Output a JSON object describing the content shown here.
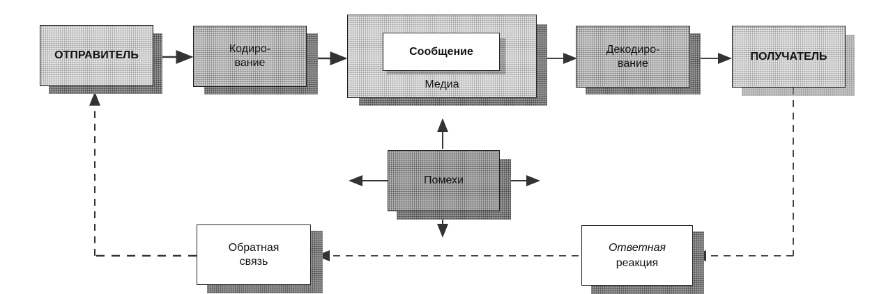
{
  "diagram": {
    "nodes": {
      "sender": "ОТПРАВИТЕЛЬ",
      "encoding": "Кодиро-\nвание",
      "message": "Сообщение",
      "media": "Медиа",
      "decoding": "Декодиро-\nвание",
      "receiver": "ПОЛУЧАТЕЛЬ",
      "noise": "Помехи",
      "feedback": "Обратная\nсвязь",
      "response": "Ответная\nреакция"
    },
    "edges": [
      {
        "from": "sender",
        "to": "encoding",
        "style": "solid"
      },
      {
        "from": "encoding",
        "to": "media",
        "style": "solid"
      },
      {
        "from": "media",
        "to": "decoding",
        "style": "solid"
      },
      {
        "from": "decoding",
        "to": "receiver",
        "style": "solid"
      },
      {
        "from": "receiver",
        "to": "response",
        "style": "dashed"
      },
      {
        "from": "response",
        "to": "feedback",
        "style": "dashed"
      },
      {
        "from": "feedback",
        "to": "sender",
        "style": "dashed"
      },
      {
        "from": "noise",
        "to": "up",
        "style": "solid"
      },
      {
        "from": "noise",
        "to": "down",
        "style": "solid"
      },
      {
        "from": "noise",
        "to": "left",
        "style": "solid"
      },
      {
        "from": "noise",
        "to": "right",
        "style": "solid"
      }
    ]
  }
}
